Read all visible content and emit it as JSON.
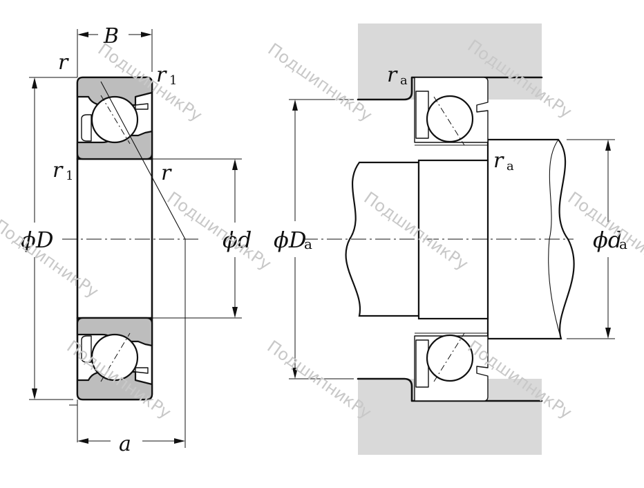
{
  "left_view": {
    "labels": {
      "width": "B",
      "corner_outer": "r",
      "corner_small_top": "r",
      "corner_small_top_sub": "1",
      "corner_small_left": "r",
      "corner_small_left_sub": "1",
      "corner_bore": "r",
      "outer_diameter": "ϕD",
      "bore_diameter": "ϕd",
      "load_center": "a"
    }
  },
  "right_view": {
    "labels": {
      "fillet_housing": "r",
      "fillet_housing_sub": "a",
      "fillet_shaft": "r",
      "fillet_shaft_sub": "a",
      "housing_diameter": "ϕD",
      "housing_diameter_sub": "a",
      "shaft_diameter": "ϕd",
      "shaft_diameter_sub": "a"
    }
  },
  "watermark": "ПодшипникРу",
  "colors": {
    "ring_fill": "#bdbdbd",
    "housing_fill": "#d9d9d9",
    "line": "#111111"
  }
}
